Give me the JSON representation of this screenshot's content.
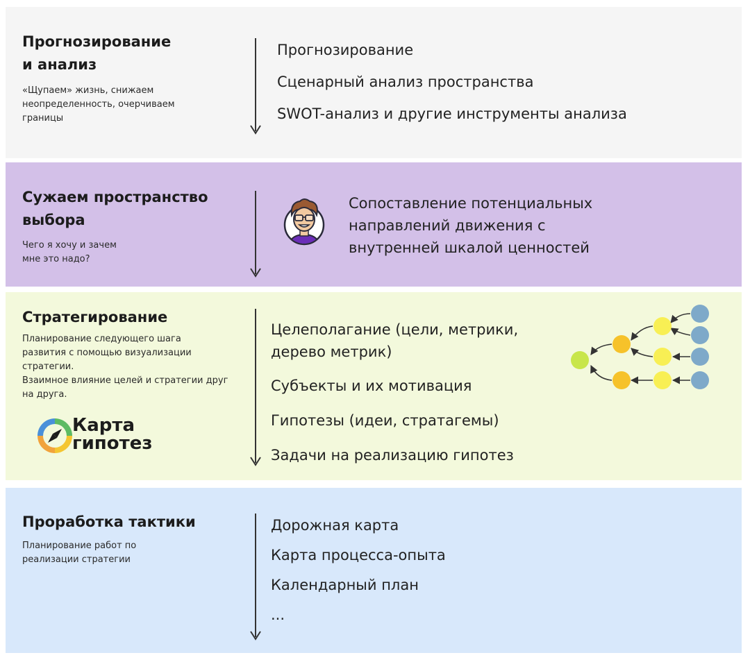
{
  "sections": [
    {
      "title_lines": [
        "Прогнозирование",
        "и анализ"
      ],
      "description_lines": [
        "«Щупаем» жизнь, снижаем",
        "неопределенность, очерчиваем",
        "границы"
      ],
      "items": [
        "Прогнозирование",
        "Сценарный анализ пространства",
        "SWOT-анализ и другие инструменты анализа"
      ]
    },
    {
      "title_lines": [
        "Сужаем пространство",
        "выбора"
      ],
      "description_lines": [
        "Чего я хочу и зачем",
        "мне это надо?"
      ],
      "items": [
        "Сопоставление потенциальных",
        "направлений движения с",
        "внутренней шкалой ценностей"
      ]
    },
    {
      "title_lines": [
        "Стратегирование"
      ],
      "description_lines": [
        "Планирование следующего шага",
        "развития с помощью визуализации",
        "стратегии.",
        "Взаимное влияние целей и стратегии друг",
        "на друга."
      ],
      "items": [
        "Целеполагание (цели, метрики,",
        "дерево метрик)",
        "Субъекты и их мотивация",
        "Гипотезы (идеи, стратагемы)",
        "Задачи на реализацию гипотез"
      ]
    },
    {
      "title_lines": [
        "Проработка тактики"
      ],
      "description_lines": [
        "Планирование работ по",
        "реализации стратегии"
      ],
      "items": [
        "Дорожная карта",
        "Карта процесса-опыта",
        "Календарный план",
        "..."
      ]
    }
  ],
  "logo": {
    "lines": [
      "Карта",
      "гипотез"
    ]
  },
  "colors": {
    "band_1": "#f5f5f5",
    "band_2": "#d3c0e8",
    "band_3": "#f3f9dc",
    "band_4": "#d8e8fb",
    "tree_green": "#c8e64a",
    "tree_orange": "#f6c22a",
    "tree_yellow": "#f8ef54",
    "tree_blue": "#7ea9c9"
  }
}
